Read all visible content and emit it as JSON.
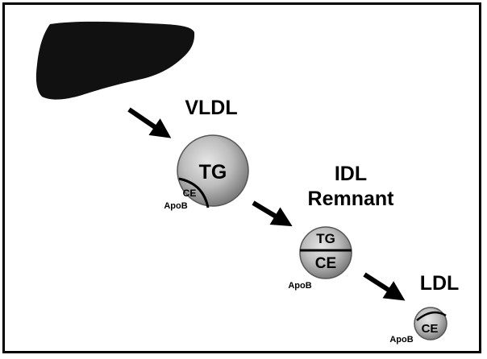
{
  "vldl": {
    "title": "VLDL",
    "core": "TG",
    "ce": "CE",
    "apob": "ApoB"
  },
  "idl": {
    "title_line1": "IDL",
    "title_line2": "Remnant",
    "tg": "TG",
    "ce": "CE",
    "apob": "ApoB"
  },
  "ldl": {
    "title": "LDL",
    "ce": "CE",
    "apob": "ApoB"
  },
  "colors": {
    "particle_light": "#e4e4e4",
    "particle_mid": "#b4b4b4",
    "particle_dark": "#7a7a7a",
    "outline": "#000000"
  }
}
